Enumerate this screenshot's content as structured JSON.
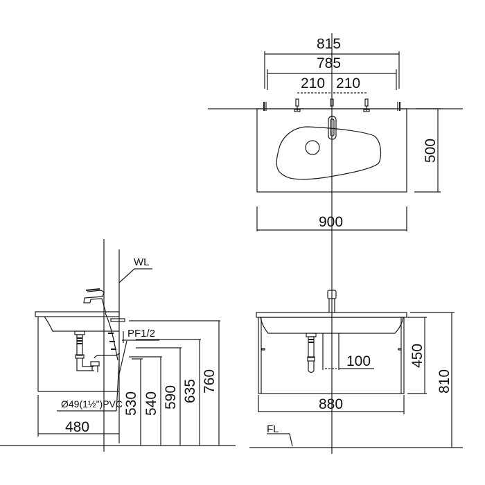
{
  "drawing": {
    "title": "Vanity basin & cabinet installation drawing",
    "stroke_color": "#1a1a1a",
    "background": "#ffffff",
    "views": {
      "top_view": {
        "dimensions": {
          "overall_rail": "815",
          "rail_inner": "785",
          "left_spacing": "210",
          "right_spacing": "210",
          "depth": "500",
          "width": "900"
        }
      },
      "side_view": {
        "labels": {
          "wall_line": "WL",
          "water_supply": "PF1/2",
          "drain_pipe": "Ø49(1½\")PVC"
        },
        "dimensions": {
          "cabinet_depth": "480",
          "h1": "530",
          "h2": "540",
          "h3": "590",
          "h4": "635",
          "h5": "760"
        }
      },
      "front_view": {
        "labels": {
          "floor_line": "FL"
        },
        "dimensions": {
          "supply_spacing": "100",
          "cabinet_width": "880",
          "cabinet_height": "450",
          "total_height": "810"
        }
      }
    }
  }
}
